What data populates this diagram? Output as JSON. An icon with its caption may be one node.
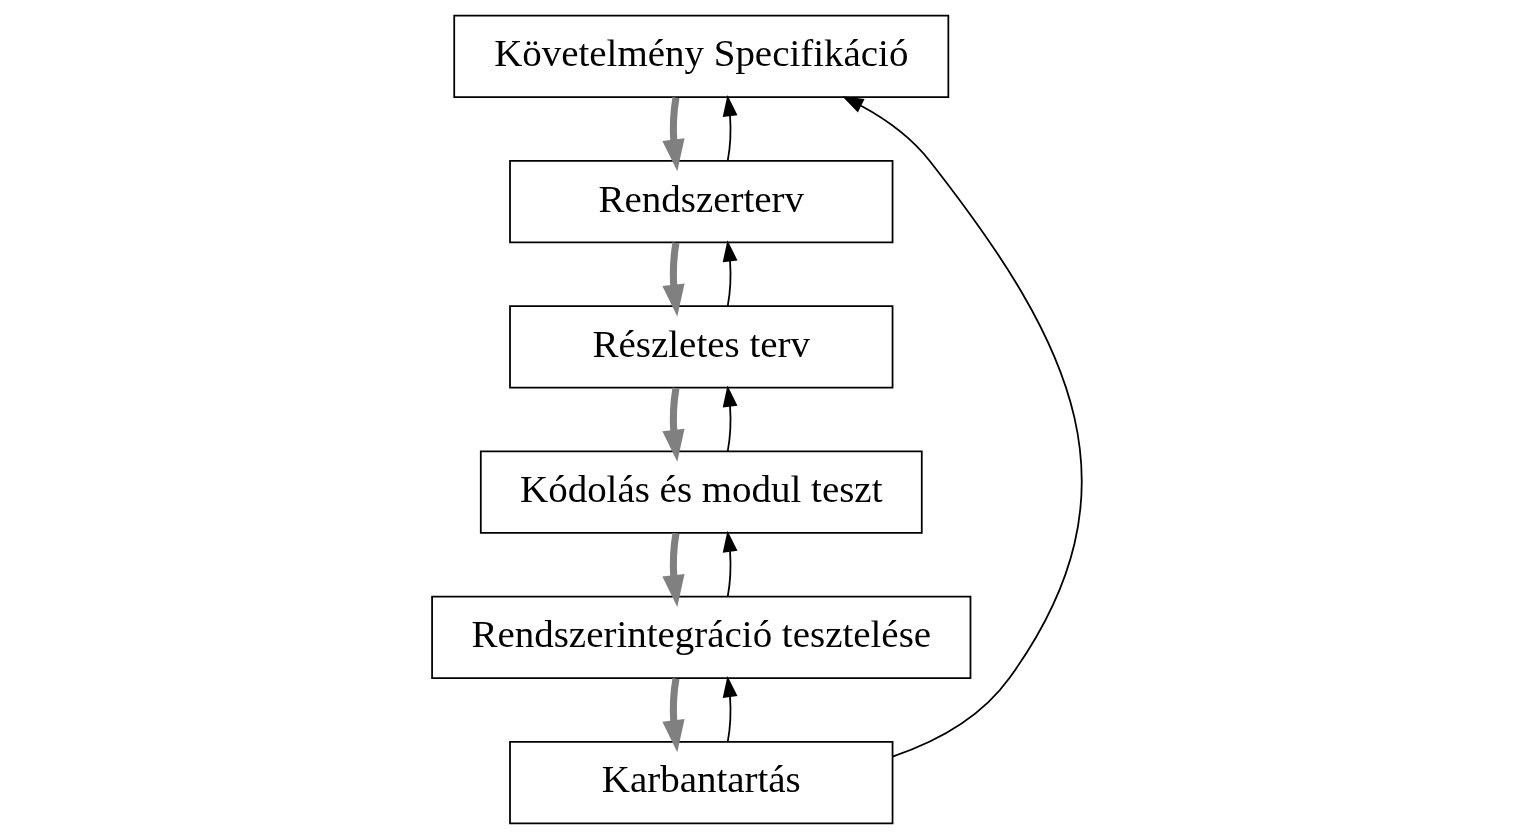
{
  "diagram": {
    "nodes": [
      {
        "text": [
          "Követelmény Specifikáció"
        ]
      },
      {
        "text": [
          "Rendszerterv"
        ]
      },
      {
        "text": [
          "Részletes terv"
        ]
      },
      {
        "text": [
          "Kódolás és modul teszt"
        ]
      },
      {
        "text": [
          "Rendszerintegráció tesztelése"
        ]
      },
      {
        "text": [
          "Karbantartás"
        ]
      }
    ],
    "edges": [
      {
        "from": 0,
        "to": 1,
        "arrow": "to",
        "style": "thick",
        "color": "#808080"
      },
      {
        "from": 1,
        "to": 2,
        "arrow": "to",
        "style": "thick",
        "color": "#808080"
      },
      {
        "from": 2,
        "to": 3,
        "arrow": "to",
        "style": "thick",
        "color": "#808080"
      },
      {
        "from": 3,
        "to": 4,
        "arrow": "to",
        "style": "thick",
        "color": "#808080"
      },
      {
        "from": 4,
        "to": 5,
        "arrow": "to",
        "style": "thick",
        "color": "#808080"
      },
      {
        "from": 1,
        "to": 0,
        "arrow": "to"
      },
      {
        "from": 2,
        "to": 1,
        "arrow": "to"
      },
      {
        "from": 3,
        "to": 2,
        "arrow": "to"
      },
      {
        "from": 4,
        "to": 3,
        "arrow": "to"
      },
      {
        "from": 5,
        "to": 4,
        "arrow": "to"
      },
      {
        "from": 5,
        "to": 0,
        "arrow": "to"
      }
    ]
  }
}
